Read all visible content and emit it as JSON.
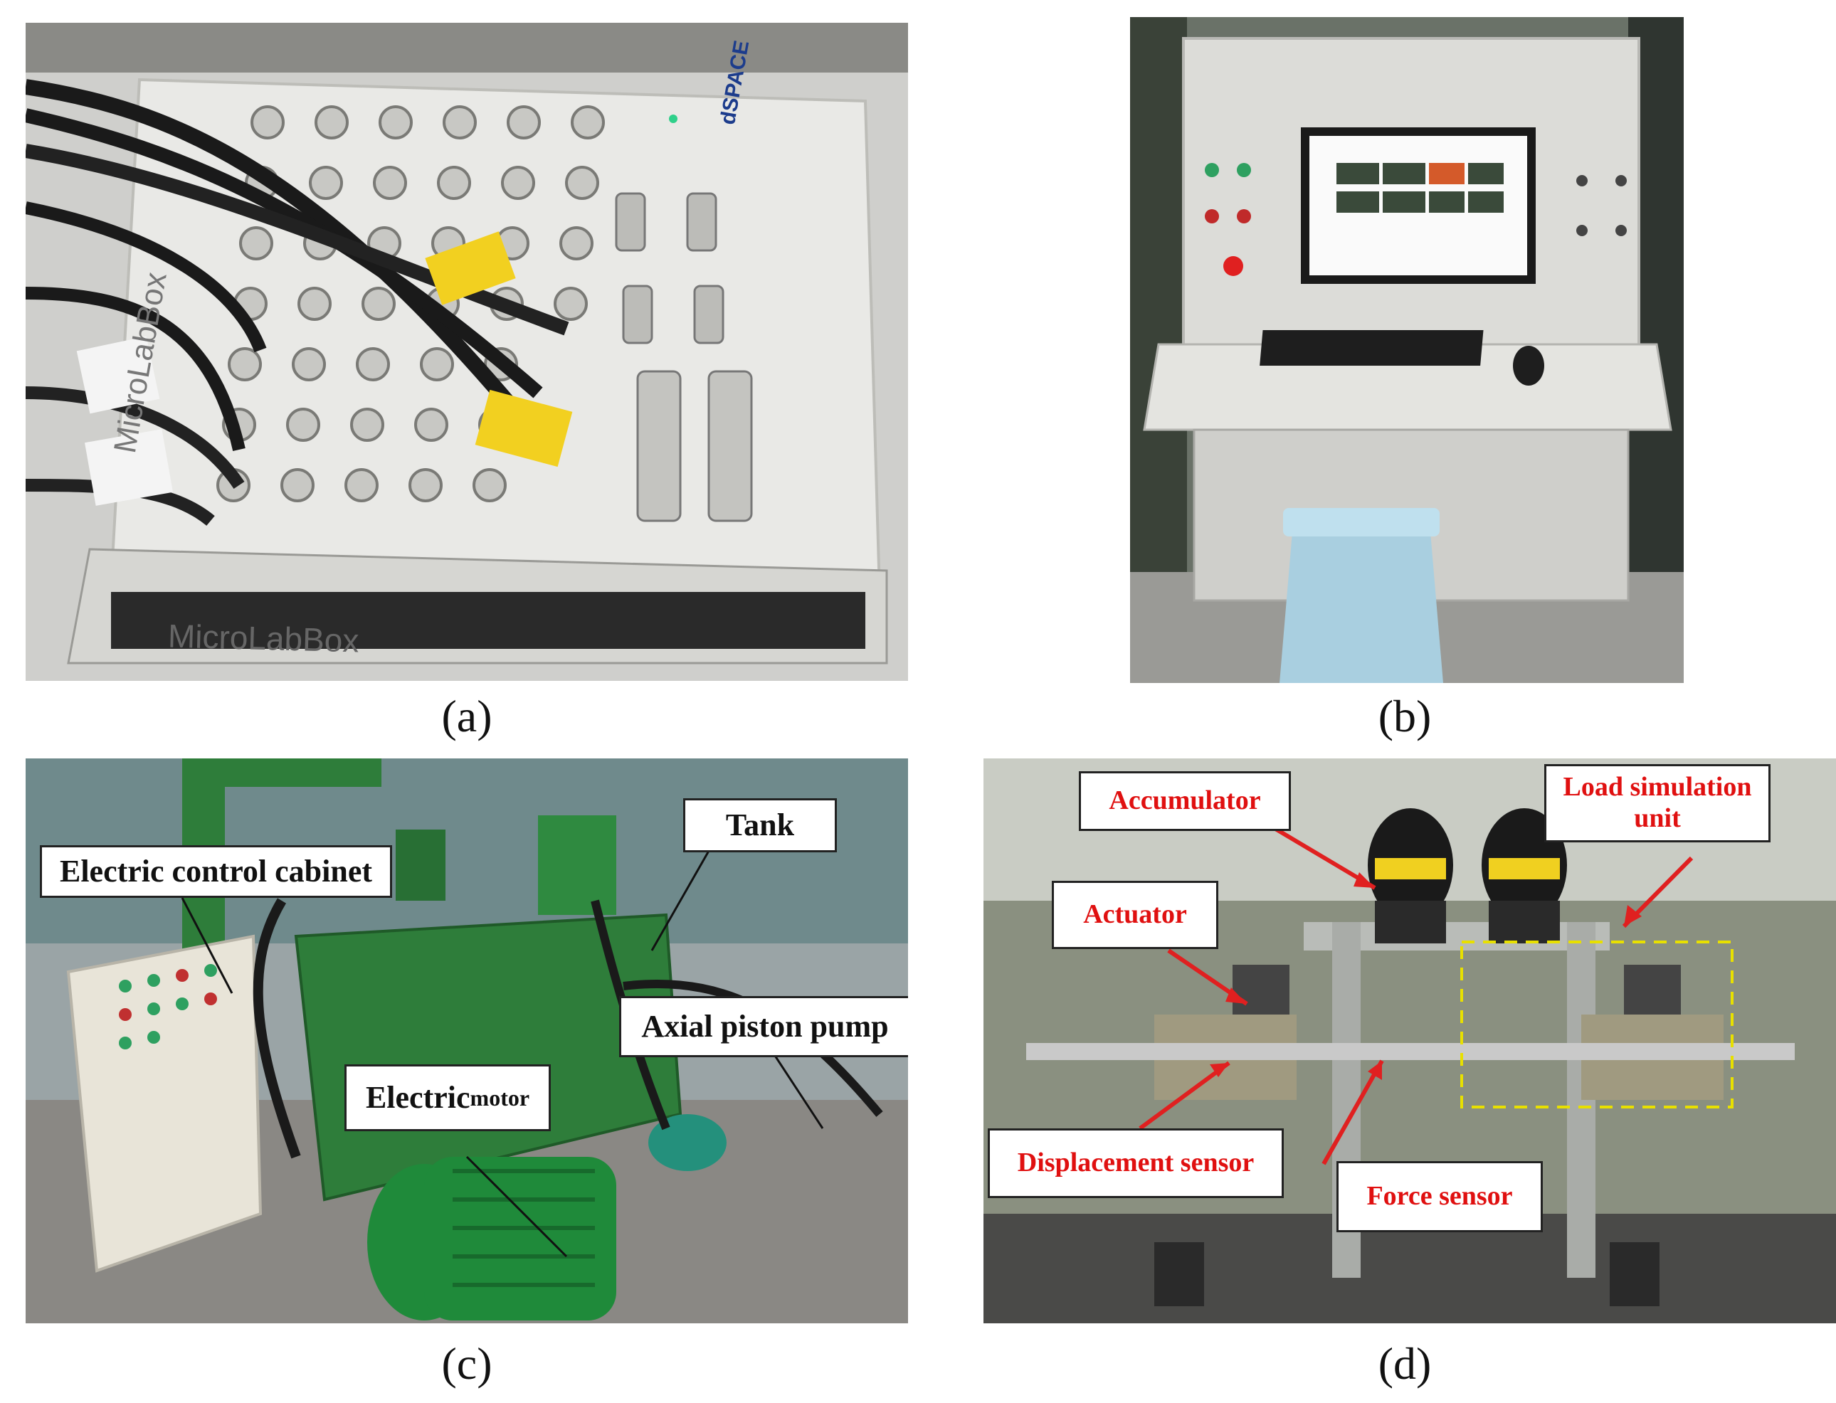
{
  "panels": {
    "a": {
      "caption": "(a)",
      "device_front_label": "MicroLabBox",
      "device_side_label": "MicroLabBox",
      "brand_label": "dSPACE"
    },
    "b": {
      "caption": "(b)"
    },
    "c": {
      "caption": "(c)",
      "callouts": {
        "cabinet": "Electric control cabinet",
        "tank": "Tank",
        "pump": "Axial piston pump",
        "motor_main": "Electric",
        "motor_small": " motor"
      }
    },
    "d": {
      "caption": "(d)",
      "callouts": {
        "accumulator": "Accumulator",
        "load_sim": "Load simulation unit",
        "actuator": "Actuator",
        "displacement": "Displacement sensor",
        "force": "Force sensor"
      }
    }
  },
  "colors": {
    "callout_red_text": "#e01010",
    "arrow_red": "#e02020",
    "dashed_box": "#e8e000",
    "motor_green": "#1f8a3a",
    "tank_green": "#2e7d3a",
    "console_grey": "#d8d8d4"
  }
}
